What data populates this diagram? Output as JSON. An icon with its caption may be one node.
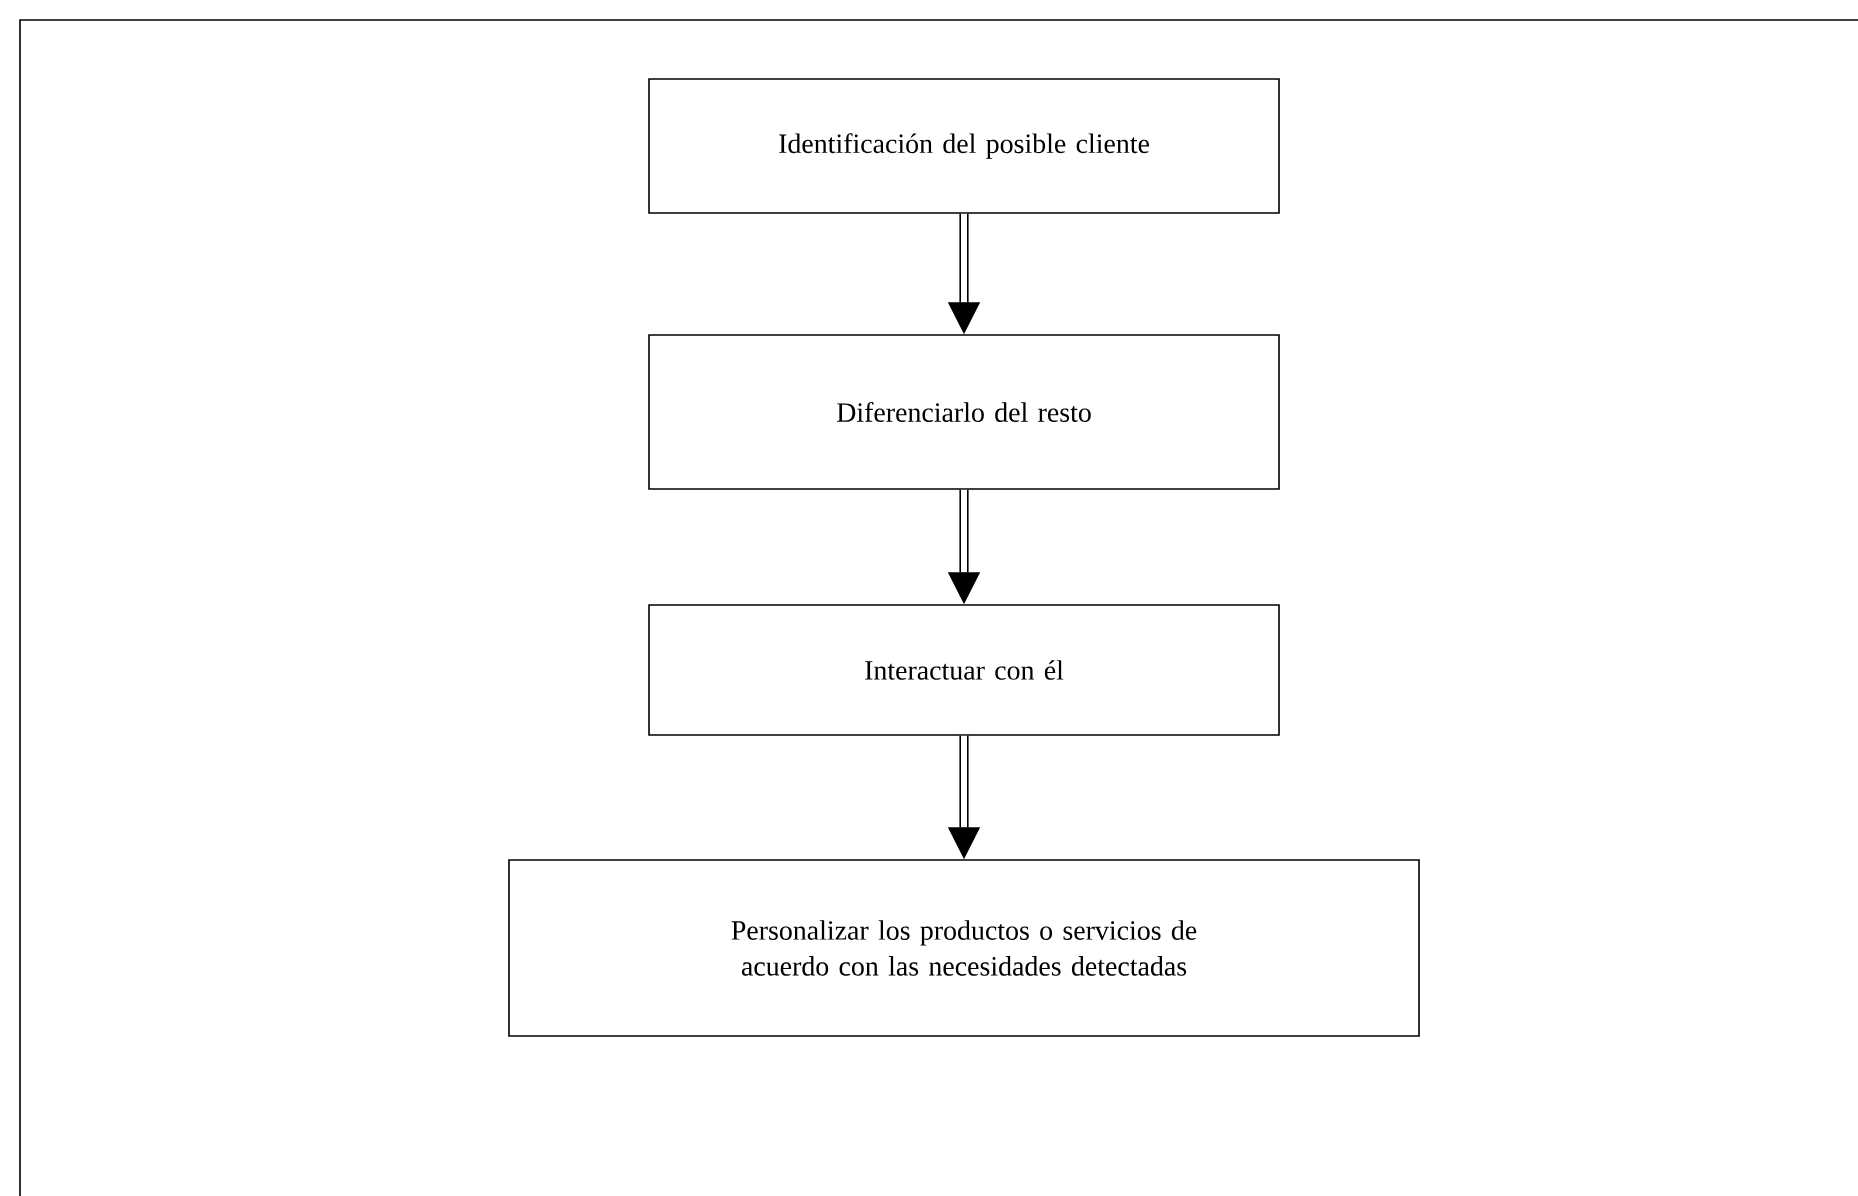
{
  "diagram": {
    "nodes": [
      {
        "text": [
          "Identificación del posible cliente"
        ]
      },
      {
        "text": [
          "Diferenciarlo del resto"
        ]
      },
      {
        "text": [
          "Interactuar con él"
        ]
      },
      {
        "text": [
          "Personalizar los productos o servicios de acuerdo con las necesidades detectadas"
        ]
      }
    ],
    "edges": [
      {
        "from": 0,
        "to": 1,
        "arrow": "to"
      },
      {
        "from": 1,
        "to": 2,
        "arrow": "to"
      },
      {
        "from": 2,
        "to": 3,
        "arrow": "to"
      }
    ]
  }
}
